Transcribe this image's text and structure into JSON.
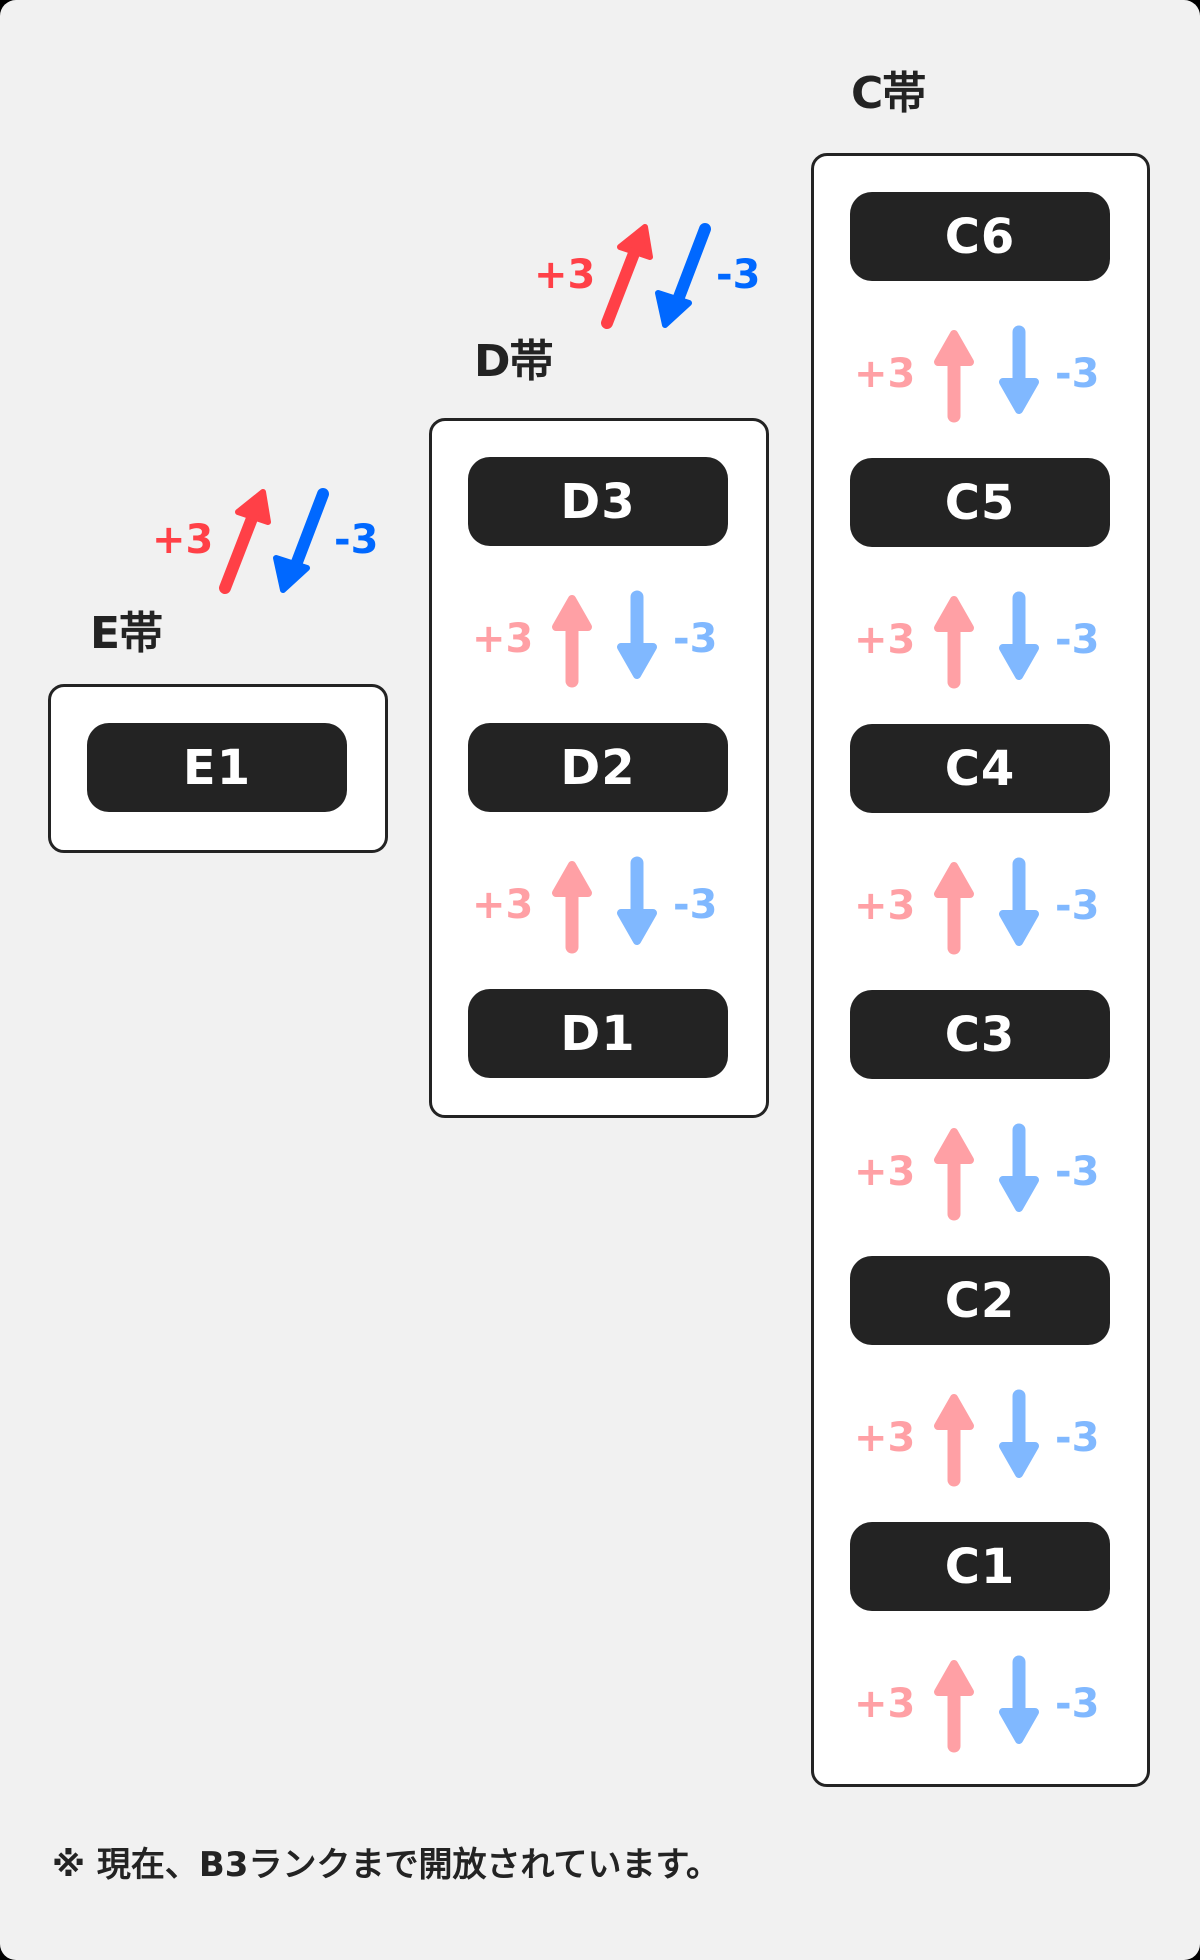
{
  "colors": {
    "background": "#f1f1f1",
    "box_border": "#232323",
    "pill": "#232323",
    "up_strong": "#ff4047",
    "down_strong": "#0068ff",
    "up_pale": "#ffa0a5",
    "down_pale": "#80b8ff"
  },
  "bands": [
    {
      "id": "E",
      "label": "E帯",
      "ranks": [
        "E1"
      ],
      "row_labels": {
        "up": "+3",
        "down": "-3"
      }
    },
    {
      "id": "D",
      "label": "D帯",
      "ranks": [
        "D3",
        "D2",
        "D1"
      ],
      "row_labels": {
        "up": "+3",
        "down": "-3"
      }
    },
    {
      "id": "C",
      "label": "C帯",
      "ranks": [
        "C6",
        "C5",
        "C4",
        "C3",
        "C2",
        "C1"
      ],
      "row_labels": {
        "up": "+3",
        "down": "-3"
      }
    }
  ],
  "transitions": [
    {
      "from": "E",
      "to": "D",
      "up_label": "+3",
      "down_label": "-3"
    },
    {
      "from": "D",
      "to": "C",
      "up_label": "+3",
      "down_label": "-3"
    }
  ],
  "row_label": {
    "up": "+3",
    "down": "-3"
  },
  "footnote": "※ 現在、B3ランクまで開放されています。"
}
